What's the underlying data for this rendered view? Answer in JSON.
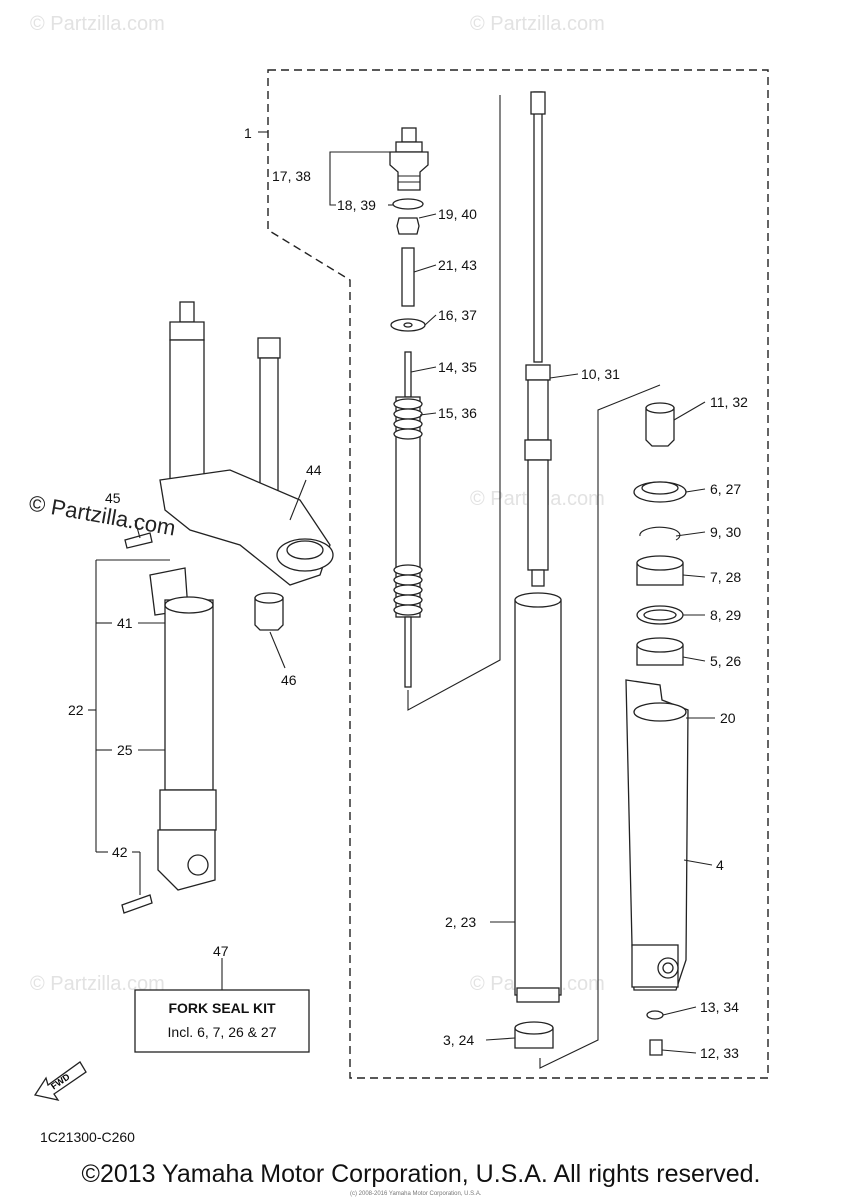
{
  "diagram": {
    "watermark": "© Partzilla.com",
    "watermark_bold": "© Partzilla.com",
    "callouts": {
      "c1": "1",
      "c17": "17, 38",
      "c18": "18, 39",
      "c19": "19, 40",
      "c21": "21, 43",
      "c16": "16, 37",
      "c14": "14, 35",
      "c15": "15, 36",
      "c10": "10, 31",
      "c11": "11, 32",
      "c6": "6, 27",
      "c9": "9, 30",
      "c7": "7, 28",
      "c8": "8, 29",
      "c5": "5, 26",
      "c20": "20",
      "c4": "4",
      "c2": "2, 23",
      "c3": "3, 24",
      "c13": "13, 34",
      "c12": "12, 33",
      "c44": "44",
      "c45": "45",
      "c46": "46",
      "c41": "41",
      "c22": "22",
      "c25": "25",
      "c42": "42",
      "c47": "47"
    },
    "kit_title": "FORK SEAL KIT",
    "kit_note": "Incl. 6, 7, 26 & 27",
    "fwd_label": "FWD",
    "diagram_code": "1C21300-C260"
  },
  "footer": {
    "copyright": "©2013 Yamaha Motor Corporation, U.S.A. All rights reserved.",
    "tiny": "(c) 2008-2016 Yamaha Motor Corporation, U.S.A."
  }
}
